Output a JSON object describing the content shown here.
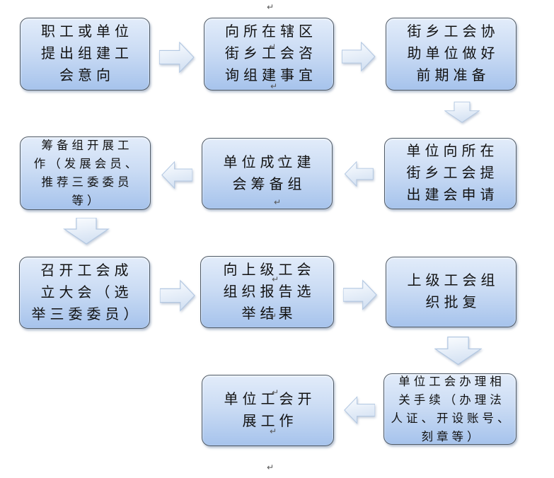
{
  "diagram": {
    "type": "flowchart",
    "language": "zh-CN",
    "nodes": [
      {
        "id": 1,
        "text": "职工或单位\n提出组建工\n会意向"
      },
      {
        "id": 2,
        "text": "向所在辖区\n街乡工会咨\n询组建事宜"
      },
      {
        "id": 3,
        "text": "街乡工会协\n助单位做好\n前期准备"
      },
      {
        "id": 4,
        "text": "单位向所在\n街乡工会提\n出建会申请"
      },
      {
        "id": 5,
        "text": "单位成立建\n会筹备组"
      },
      {
        "id": 6,
        "text": "筹备组开展工\n作（发展会员、\n推荐三委委员\n等）"
      },
      {
        "id": 7,
        "text": "召开工会成\n立大会（选\n举三委委员）"
      },
      {
        "id": 8,
        "text": "向上级工会\n组织报告选\n举结果"
      },
      {
        "id": 9,
        "text": "上级工会组\n织批复"
      },
      {
        "id": 10,
        "text": "单位工会办理相\n关手续（办理法\n人证、开设账号、\n刻章等）"
      },
      {
        "id": 11,
        "text": "单位工会开\n展工作"
      }
    ],
    "connections": [
      [
        1,
        2
      ],
      [
        2,
        3
      ],
      [
        3,
        4
      ],
      [
        4,
        5
      ],
      [
        5,
        6
      ],
      [
        6,
        7
      ],
      [
        7,
        8
      ],
      [
        8,
        9
      ],
      [
        9,
        10
      ],
      [
        10,
        11
      ]
    ],
    "colors": {
      "node_fill_top": "#e2ecfa",
      "node_fill_bottom": "#a6c3ec",
      "node_border": "#4f5a66",
      "arrow_fill_top": "#fbfdff",
      "arrow_fill_bottom": "#d8e4f3",
      "arrow_border": "#b3c8e2",
      "text": "#121212",
      "background": "#ffffff"
    },
    "marks": {
      "return_symbol": "↵"
    }
  }
}
